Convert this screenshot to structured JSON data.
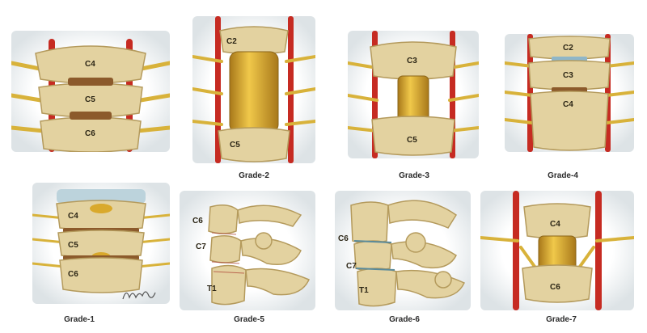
{
  "colors": {
    "bone": "#e3d2a0",
    "bone_dark": "#b49a5c",
    "disc": "#8c5a2b",
    "artery": "#c62b22",
    "nerve": "#d8b23a",
    "implant": "#d9a92c",
    "vignette": "#dde3e6"
  },
  "panels": [
    {
      "id": "top-1",
      "labels": [
        "C4",
        "C5",
        "C6"
      ]
    },
    {
      "id": "grade-2",
      "labels": [
        "C2",
        "C5"
      ],
      "caption": "Grade-2"
    },
    {
      "id": "grade-3",
      "labels": [
        "C3",
        "C5"
      ],
      "caption": "Grade-3"
    },
    {
      "id": "grade-4",
      "labels": [
        "C2",
        "C3",
        "C4"
      ],
      "caption": "Grade-4"
    },
    {
      "id": "grade-1",
      "labels": [
        "C4",
        "C5",
        "C6"
      ],
      "caption": "Grade-1"
    },
    {
      "id": "grade-5",
      "labels": [
        "C6",
        "C7",
        "T1"
      ],
      "caption": "Grade-5"
    },
    {
      "id": "grade-6",
      "labels": [
        "C6",
        "C7",
        "T1"
      ],
      "caption": "Grade-6"
    },
    {
      "id": "grade-7",
      "labels": [
        "C4",
        "C6"
      ],
      "caption": "Grade-7"
    }
  ]
}
